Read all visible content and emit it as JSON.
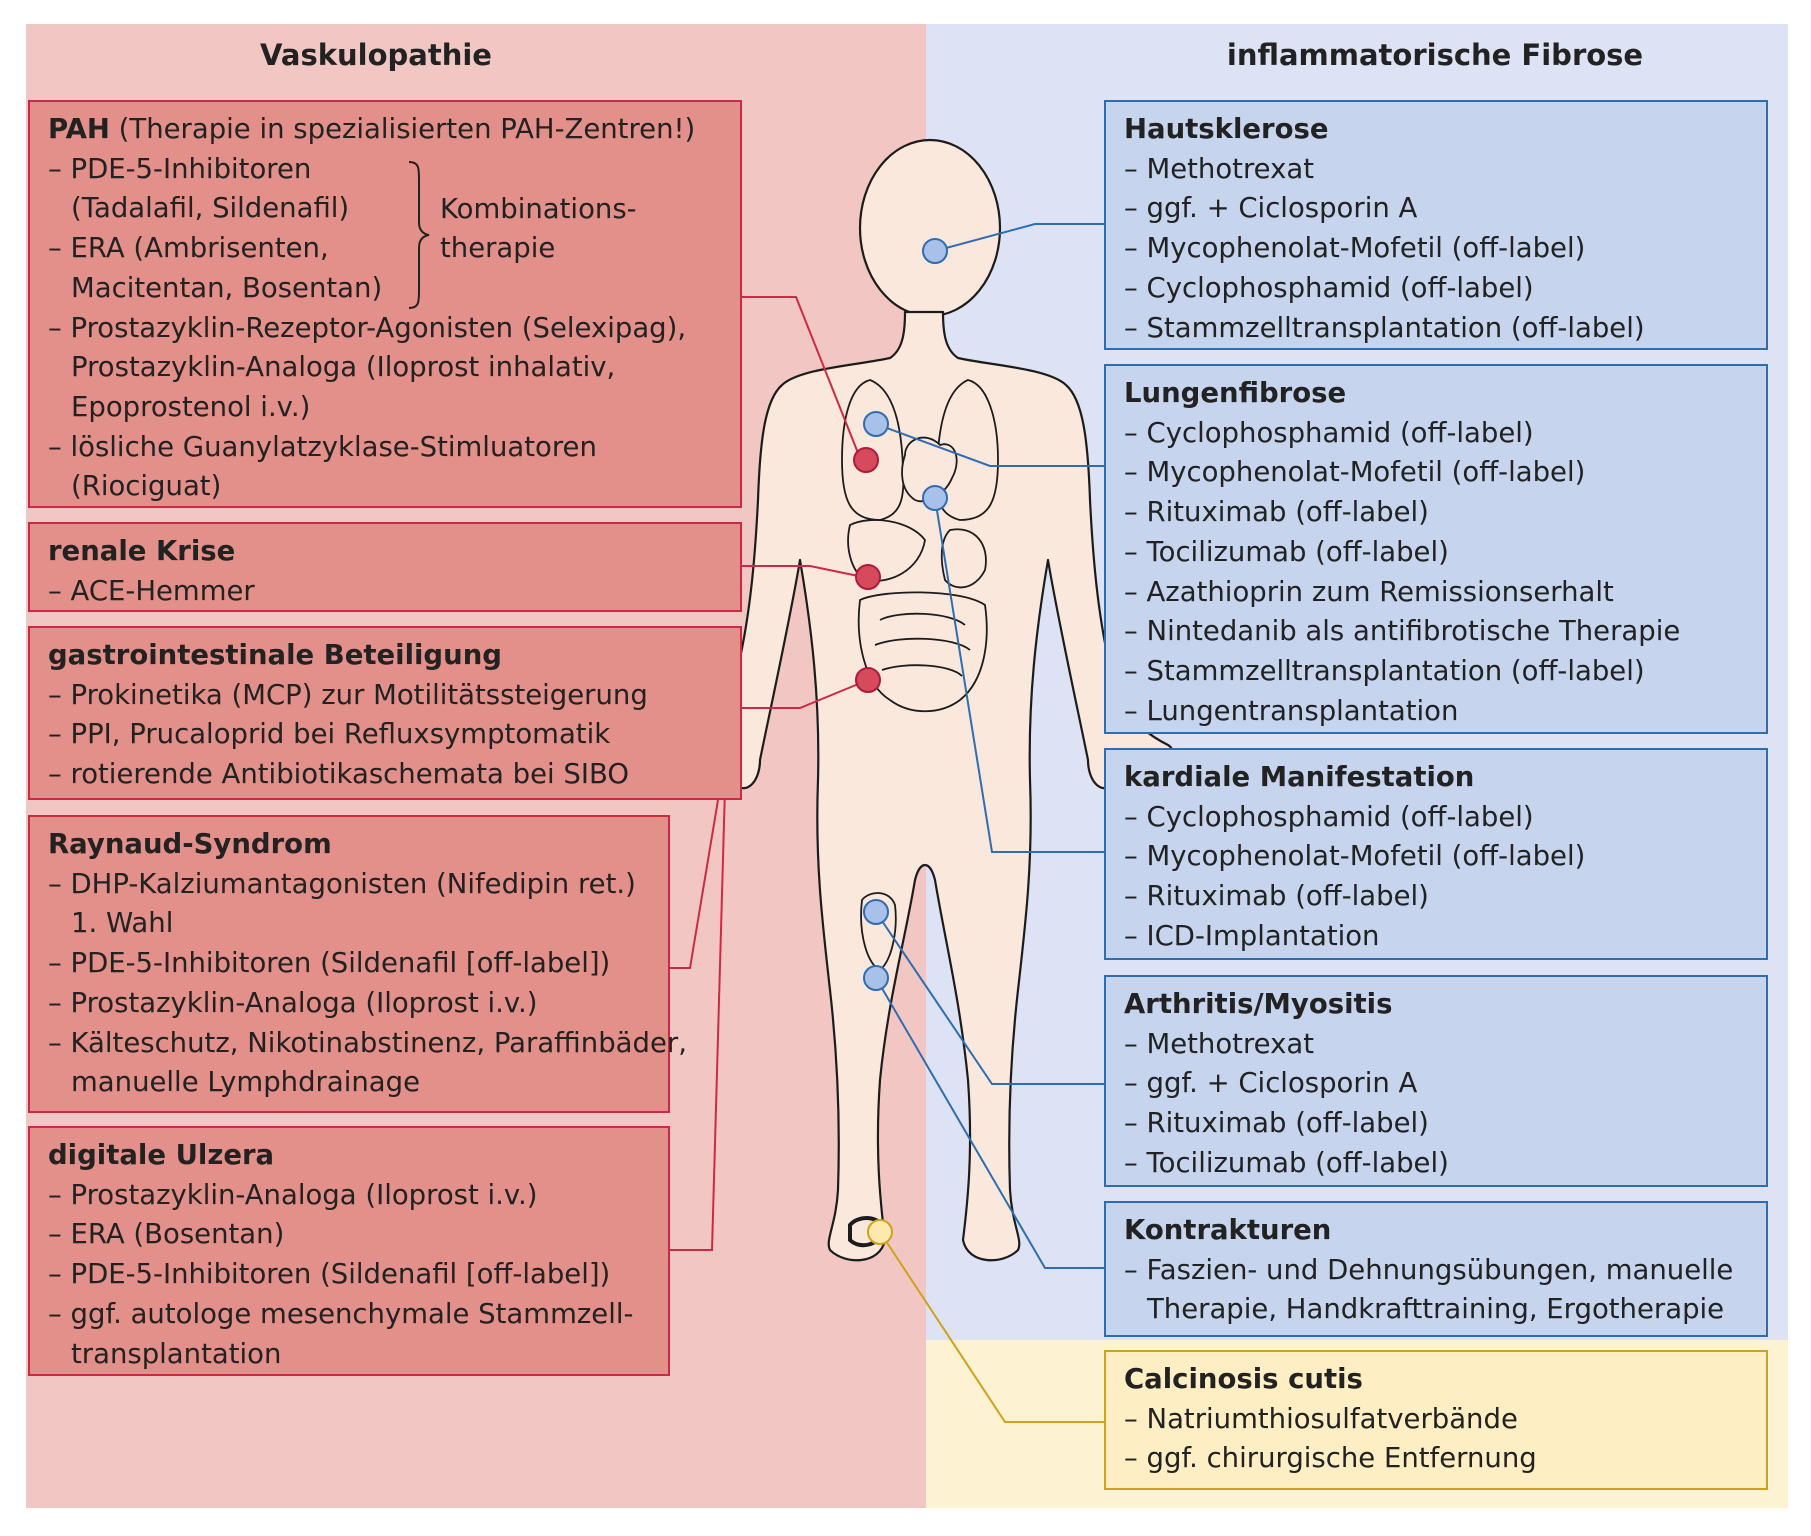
{
  "headings": {
    "left": "Vaskulopathie",
    "right": "inflammatorische Fibrose"
  },
  "colors": {
    "left_bg": "#f2c7c3",
    "right_bg": "#dde3f4",
    "calcinosis_bg": "#fdf2d2",
    "red_box": "#e38f8a",
    "red_line": "#cc2a44",
    "blue_box": "#c6d4ee",
    "blue_line": "#2f6db1",
    "yellow_box": "#fdeec4",
    "yellow_line": "#cfa21d",
    "body_fill": "#fbe8dc"
  },
  "left_boxes": {
    "pah": {
      "title": "PAH",
      "title_note": " (Therapie in spezialisierten PAH-Zentren!)",
      "lines": [
        "– PDE-5-Inhibitoren",
        "(Tadalafil, Sildenafil)",
        "– ERA (Ambrisenten,",
        "Macitentan, Bosentan)",
        "– Prostazyklin-Rezeptor-Agonisten (Selexipag),",
        "Prostazyklin-Analoga (Iloprost inhalativ,",
        "Epoprostenol i.v.)",
        "– lösliche Guanylatzyklase-Stimluatoren",
        "(Riociguat)"
      ],
      "combination": [
        "Kombinations-",
        "therapie"
      ]
    },
    "renal": {
      "title": "renale Krise",
      "lines": [
        "– ACE-Hemmer"
      ]
    },
    "gi": {
      "title": "gastrointestinale Beteiligung",
      "lines": [
        "– Prokinetika (MCP) zur Motilitätssteigerung",
        "– PPI, Prucaloprid bei Refluxsymptomatik",
        "– rotierende Antibiotikaschemata bei SIBO"
      ]
    },
    "raynaud": {
      "title": "Raynaud-Syndrom",
      "lines": [
        "– DHP-Kalziumantagonisten (Nifedipin ret.)",
        "1. Wahl",
        "– PDE-5-Inhibitoren (Sildenafil [off-label])",
        "– Prostazyklin-Analoga (Iloprost i.v.)",
        "– Kälteschutz, Nikotinabstinenz, Paraffinbäder,",
        "manuelle Lymphdrainage"
      ]
    },
    "ulcers": {
      "title": "digitale Ulzera",
      "lines": [
        "– Prostazyklin-Analoga (Iloprost i.v.)",
        "– ERA (Bosentan)",
        "– PDE-5-Inhibitoren (Sildenafil [off-label])",
        "– ggf. autologe mesenchymale Stammzell-",
        "transplantation"
      ]
    }
  },
  "right_boxes": {
    "skin": {
      "title": "Hautsklerose",
      "lines": [
        "– Methotrexat",
        "– ggf. + Ciclosporin A",
        "– Mycophenolat-Mofetil (off-label)",
        "– Cyclophosphamid (off-label)",
        "– Stammzelltransplantation (off-label)"
      ]
    },
    "lung": {
      "title": "Lungenfibrose",
      "lines": [
        "– Cyclophosphamid (off-label)",
        "– Mycophenolat-Mofetil (off-label)",
        "– Rituximab (off-label)",
        "– Tocilizumab (off-label)",
        "– Azathioprin zum Remissionserhalt",
        "– Nintedanib als antifibrotische Therapie",
        "– Stammzelltransplantation (off-label)",
        "– Lungentransplantation"
      ]
    },
    "cardiac": {
      "title": "kardiale Manifestation",
      "lines": [
        "– Cyclophosphamid (off-label)",
        "– Mycophenolat-Mofetil (off-label)",
        "– Rituximab (off-label)",
        "– ICD-Implantation"
      ]
    },
    "arthritis": {
      "title": "Arthritis/Myositis",
      "lines": [
        "– Methotrexat",
        "– ggf. + Ciclosporin A",
        "– Rituximab (off-label)",
        "– Tocilizumab (off-label)"
      ]
    },
    "contractures": {
      "title": "Kontrakturen",
      "lines": [
        "– Faszien- und Dehnungsübungen, manuelle",
        "Therapie, Handkrafttraining, Ergotherapie"
      ]
    },
    "calcinosis": {
      "title": "Calcinosis cutis",
      "lines": [
        "– Natriumthiosulfatverbände",
        "– ggf. chirurgische Entfernung"
      ]
    }
  }
}
